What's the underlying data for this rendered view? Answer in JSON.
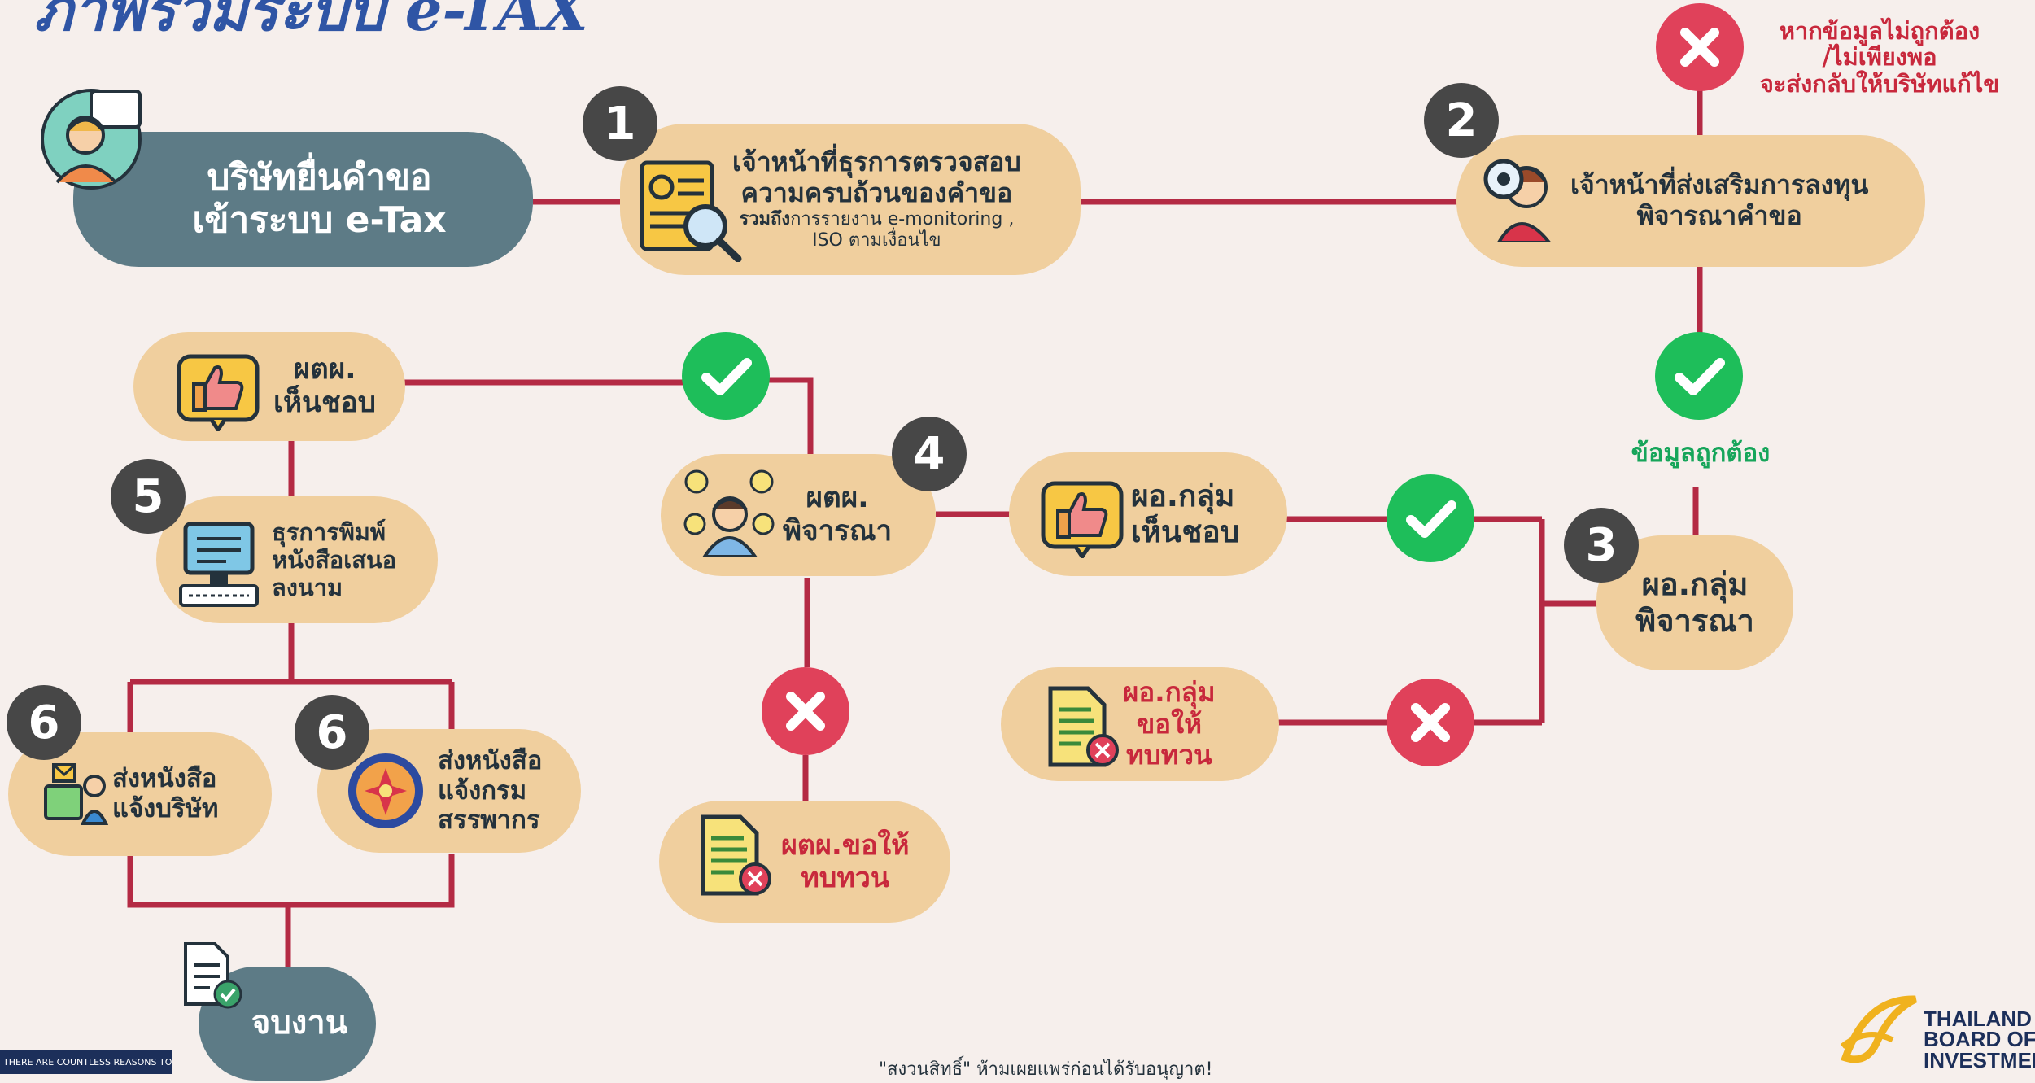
{
  "header": {
    "title": "ภาพรวมระบบ e-TAX"
  },
  "nodes": {
    "start": {
      "line1": "บริษัทยื่นคำขอ",
      "line2": "เข้าระบบ e-Tax"
    },
    "step1": {
      "number": "1",
      "line1": "เจ้าหน้าที่ธุรการตรวจสอบ",
      "line2": "ความครบถ้วนของคำขอ",
      "detail_bold": "รวมถึง",
      "detail_rest": "การรายงาน e-monitoring ,",
      "detail_line2": "ISO ตามเงื่อนไข"
    },
    "step2": {
      "number": "2",
      "line1": "เจ้าหน้าที่ส่งเสริมการลงทุน",
      "line2": "พิจารณาคำขอ"
    },
    "step3": {
      "number": "3",
      "line1": "ผอ.กลุ่ม",
      "line2": "พิจารณา"
    },
    "step4": {
      "number": "4",
      "line1": "ผตผ.",
      "line2": "พิจารณา"
    },
    "step5": {
      "number": "5",
      "line1": "ธุรการพิมพ์",
      "line2": "หนังสือเสนอ",
      "line3": "ลงนาม"
    },
    "step6a": {
      "number": "6",
      "line1": "ส่งหนังสือ",
      "line2": "แจ้งบริษัท"
    },
    "step6b": {
      "number": "6",
      "line1": "ส่งหนังสือ",
      "line2": "แจ้งกรม",
      "line3": "สรรพากร"
    },
    "director_approve": {
      "line1": "ผอ.กลุ่ม",
      "line2": "เห็นชอบ"
    },
    "director_revise": {
      "line1": "ผอ.กลุ่ม",
      "line2": "ขอให้",
      "line3": "ทบทวน"
    },
    "deputy_approve": {
      "line1": "ผตผ.",
      "line2": "เห็นชอบ"
    },
    "deputy_revise": {
      "line1": "ผตผ.ขอให้",
      "line2": "ทบทวน"
    },
    "end": {
      "label": "จบงาน"
    }
  },
  "notes": {
    "incorrect": {
      "line1": "หากข้อมูลไม่ถูกต้อง",
      "line2": "/ไม่เพียงพอ",
      "line3": "จะส่งกลับให้บริษัทแก้ไข"
    },
    "correct": "ข้อมูลถูกต้อง"
  },
  "footer": {
    "copyright": "\"สงวนสิทธิ์\"  ห้ามเผยแพร่ก่อนได้รับอนุญาต!",
    "banner_text": "THERE ARE COUNTLESS REASONS TO",
    "logo_line1": "THAILAND",
    "logo_line2": "BOARD OF",
    "logo_line3": "INVESTMENT"
  },
  "colors": {
    "connector": "#b42a44",
    "pill": "#f0cf9e",
    "start_pill": "#5d7b86",
    "approve": "#1ebe5a",
    "reject": "#e0415a",
    "step_badge": "#474747",
    "title": "#2f55a5"
  }
}
